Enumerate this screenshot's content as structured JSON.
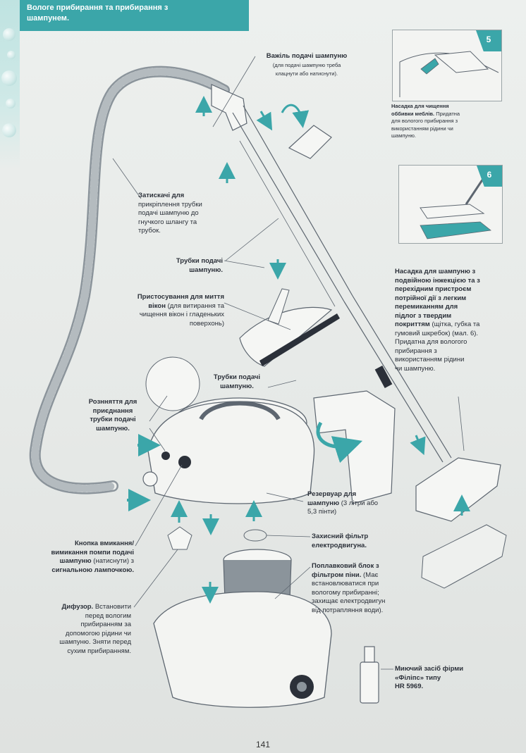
{
  "header": {
    "line1": "Вологе прибирання та прибирання з",
    "line2": "шампунем."
  },
  "labels": {
    "shampoo_lever": {
      "title": "Важіль подачі шампуню",
      "line1": "(для подачі шампуню треба",
      "line2": "клацнути або натиснути)."
    },
    "clamps": {
      "line1": "Затискачі для",
      "line2": "прикріплення трубки",
      "line3": "подачі шампуню до",
      "line4": "гнучкого шлангу та",
      "line5": "трубок."
    },
    "feed_tubes_top": {
      "line1": "Трубки подачі",
      "line2": "шампуню."
    },
    "window_tool": {
      "line1": "Пристосування для миття",
      "line2a": "вікон",
      "line2b": " (для витирання та",
      "line3": "чищення вікон і гладеньких",
      "line4": "поверхонь)"
    },
    "feed_tubes_mid": {
      "line1": "Трубки подачі",
      "line2": "шампуню."
    },
    "connector": {
      "line1": "Рознняття для",
      "line2": "приєднання",
      "line3": "трубки подачі",
      "line4": "шампуню."
    },
    "pump_button": {
      "line1": "Кнопка вмикання/",
      "line2": "вимикання помпи подачі",
      "line3a": "шампуню",
      "line3b": " (натиснути) з",
      "line4": "сигнальною лампочкою."
    },
    "diffuser": {
      "title": "Дифузор.",
      "line1": " Встановити",
      "line2": "перед вологим",
      "line3": "прибиранням за",
      "line4": "допомогою рідини чи",
      "line5": "шампуню. Зняти перед",
      "line6": "сухим прибиранням."
    },
    "upholstery": {
      "line1": "Насадка для чищення",
      "line2a": "оббивки меблів.",
      "line2b": " Придатна",
      "line3": "для вологого прибирання з",
      "line4": "використанням рідини чи",
      "line5": "шампуню."
    },
    "floor_nozzle": {
      "line1": "Насадка для шампуню з",
      "line2": "подвійною інжекцією та з",
      "line3": "перехідним пристроєм",
      "line4": "потрійної дії з легким",
      "line5": "перемиканням для",
      "line6": "підлог з твердим",
      "line7a": "покриттям",
      "line7b": " (щітка, губка та",
      "line8": "гумовий шкребок) (мал. 6).",
      "line9": "Придатна для вологого",
      "line10": "прибирання з",
      "line11": "використанням рідини",
      "line12": "чи шампуню."
    },
    "tank": {
      "line1": "Резервуар для",
      "line2a": "шампуню",
      "line2b": " (3 літри або",
      "line3": "5,3 пінти)"
    },
    "motor_filter": {
      "line1": "Захисний фільтр",
      "line2": "електродвигуна."
    },
    "float_unit": {
      "line1": "Поплавковий блок з",
      "line2a": "фільтром піни.",
      "line2b": " (Має",
      "line3": "встановлюватися при",
      "line4": "вологому прибиранні;",
      "line5": "захищає електродвигун",
      "line6": "від потрапляння води)."
    },
    "detergent": {
      "line1": "Миючий засіб фірми",
      "line2": "«Філіпс» типу",
      "line3": "HR 5969."
    }
  },
  "insets": {
    "inset5": "5",
    "inset6": "6"
  },
  "page_number": "141",
  "colors": {
    "teal": "#3ba6a9",
    "line": "#5d6670",
    "arrow": "#3ba6a9"
  }
}
